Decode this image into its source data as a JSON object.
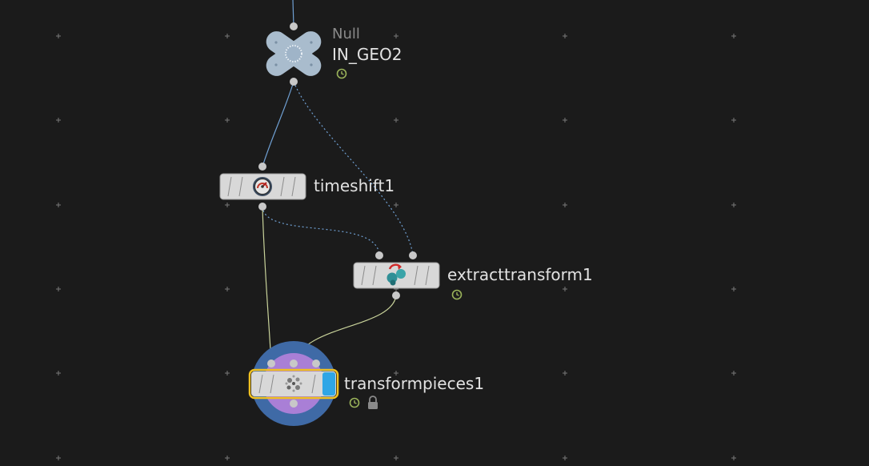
{
  "network": {
    "nodes": {
      "null": {
        "type": "Null",
        "name": "IN_GEO2",
        "icon": "null-cross-icon",
        "flags": [
          "time-dependent-icon"
        ]
      },
      "timeshift": {
        "name": "timeshift1",
        "icon": "timeshift-gauge-icon",
        "flags": []
      },
      "extract": {
        "name": "extracttransform1",
        "icon": "extract-transform-icon",
        "flags": [
          "time-dependent-icon"
        ]
      },
      "transformpieces": {
        "name": "transformpieces1",
        "icon": "transform-pieces-icon",
        "flags": [
          "time-dependent-icon",
          "lock-icon"
        ],
        "selected": true,
        "display_flag": true
      }
    },
    "colors": {
      "background": "#1b1b1b",
      "grid_mark": "#7a7a7a",
      "wire_blue": "#6f9fd2",
      "wire_yellow": "#c8d29a",
      "null_node": "#a9bccd",
      "node_body": "#d8d8d8",
      "selection": "#f0c020",
      "display_flag": "#2fa6e6",
      "ring_outer": "#3f6aa6",
      "ring_inner": "#a97fd6",
      "time_flag": "#9ab35a",
      "label": "#e2e2e2",
      "type_label": "#8a8a8a"
    }
  }
}
